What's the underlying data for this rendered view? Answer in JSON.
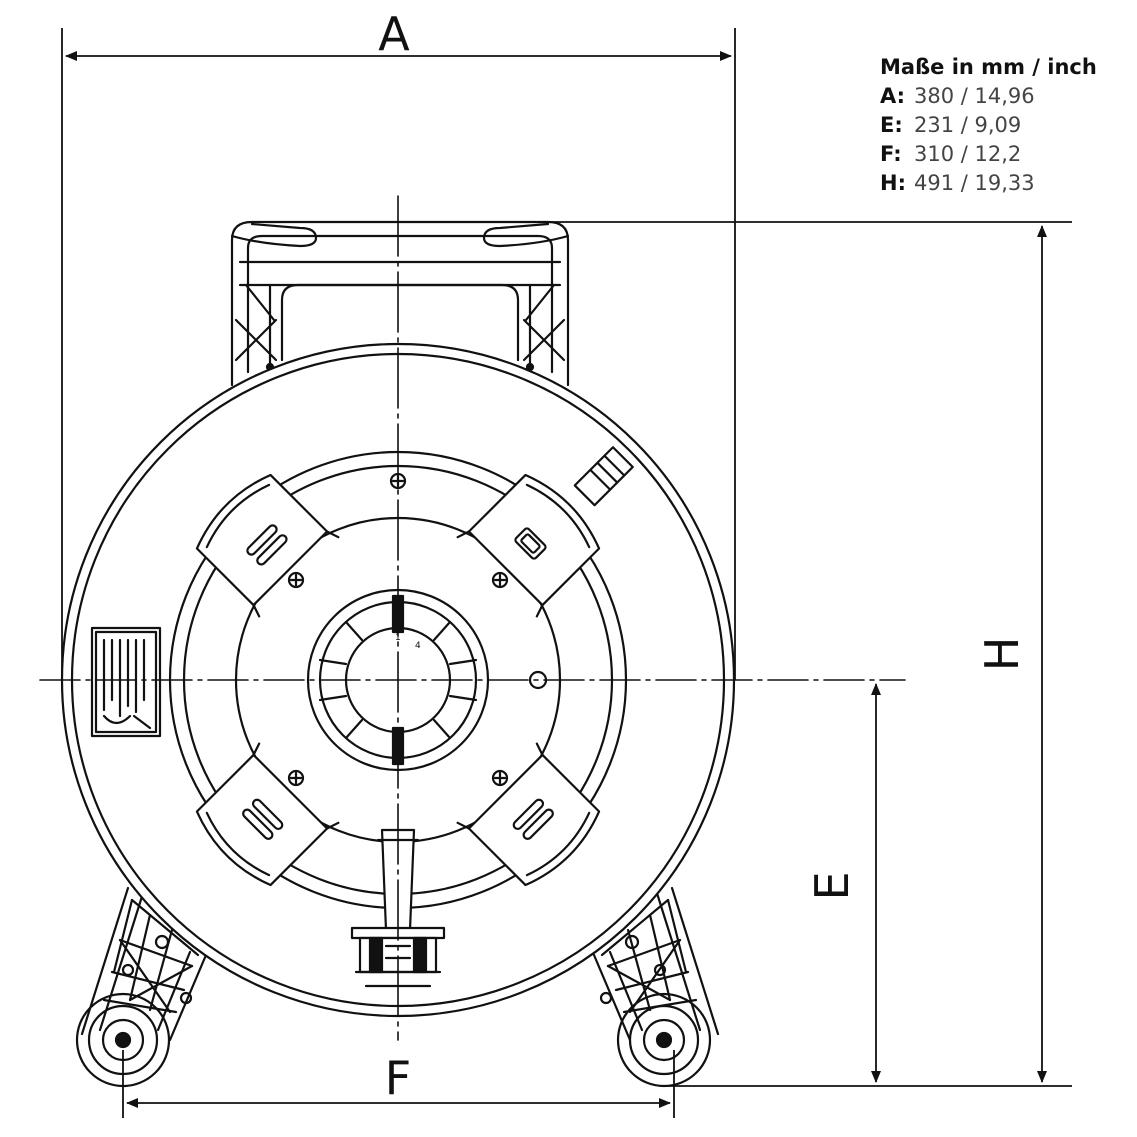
{
  "legend": {
    "title": "Maße in mm / inch",
    "rows": [
      {
        "key": "A:",
        "value": "380 / 14,96"
      },
      {
        "key": "E:",
        "value": "231 / 9,09"
      },
      {
        "key": "F:",
        "value": "310 / 12,2"
      },
      {
        "key": "H:",
        "value": "491 / 19,33"
      }
    ]
  },
  "dimensions": {
    "A": "A",
    "E": "E",
    "F": "F",
    "H": "H"
  },
  "socket_numbers": {
    "s1": "1",
    "s4": "4"
  },
  "colors": {
    "line": "#111111",
    "background": "#ffffff",
    "legend_value": "#444444"
  }
}
